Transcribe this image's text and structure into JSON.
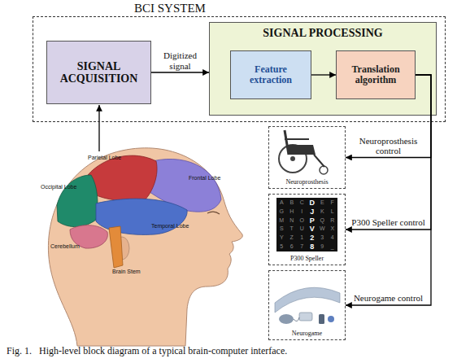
{
  "diagram": {
    "caption": "Fig. 1.   High-level block diagram of a typical brain-computer interface.",
    "nodes": [
      {
        "text": [
          "BCI SYSTEM"
        ]
      },
      {
        "text": [
          "SIGNAL ACQUISITION"
        ],
        "in": 0
      },
      {
        "text": [
          "SIGNAL PROCESSING"
        ],
        "in": 0
      },
      {
        "text": [
          "Feature extraction"
        ],
        "in": 2
      },
      {
        "text": [
          "Translation algorithm"
        ],
        "in": 2
      },
      {
        "text": [
          "Neuroprosthesis"
        ]
      },
      {
        "text": [
          "P300 Speller"
        ]
      },
      {
        "text": [
          "Neurogame"
        ]
      }
    ],
    "edges": [
      {
        "from": 1,
        "to": 2,
        "label": "Digitized signal",
        "arrow": "to"
      },
      {
        "from": 3,
        "to": 4,
        "arrow": "to"
      },
      {
        "from": 4,
        "to": 5,
        "label": "Neuroprosthesis control",
        "arrow": "to"
      },
      {
        "from": 4,
        "to": 6,
        "label": "P300 Speller control",
        "arrow": "to"
      },
      {
        "from": 4,
        "to": 7,
        "label": "Neurogame control",
        "arrow": "to"
      }
    ],
    "labels": [
      "Parietal Lobe",
      "Frontal Lobe",
      "Occipital Lobe",
      "Temporal Lobe",
      "Cerebellum",
      "Brain Stem",
      "A",
      "B",
      "C",
      "D",
      "E",
      "F",
      "G",
      "H",
      "I",
      "J",
      "K",
      "L",
      "M",
      "N",
      "O",
      "P",
      "Q",
      "R",
      "S",
      "T",
      "U",
      "V",
      "W",
      "X",
      "Y",
      "Z",
      "1",
      "2",
      "3",
      "4",
      "5",
      "6",
      "7",
      "8",
      "9",
      "_"
    ]
  }
}
